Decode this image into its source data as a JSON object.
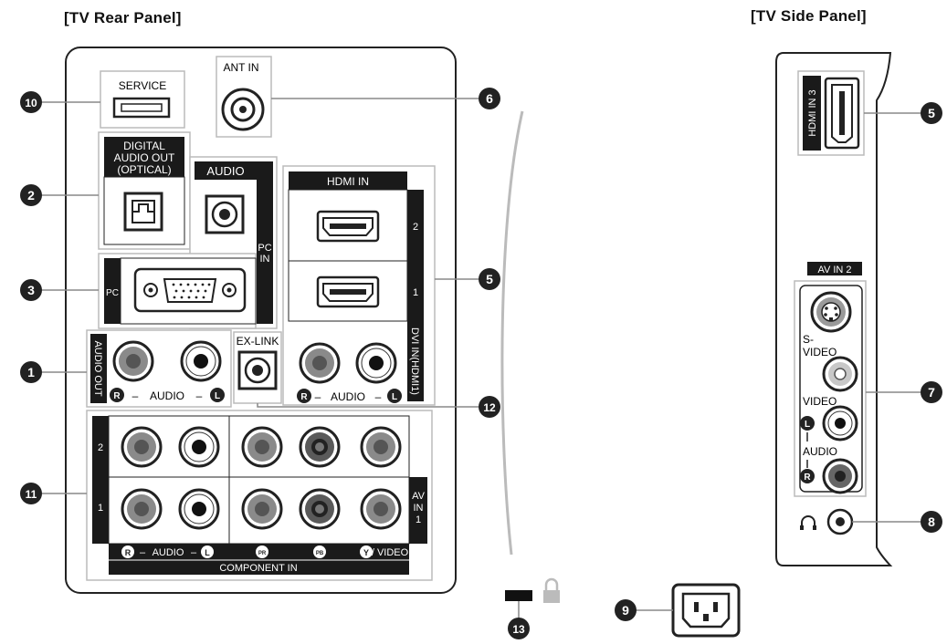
{
  "titles": {
    "rear": "[TV Rear Panel]",
    "side": "[TV Side Panel]"
  },
  "labels": {
    "service": "SERVICE",
    "ant_in": "ANT IN",
    "digital_audio_out_1": "DIGITAL",
    "digital_audio_out_2": "AUDIO OUT",
    "digital_audio_out_3": "(OPTICAL)",
    "audio": "AUDIO",
    "pc_in_1": "PC",
    "pc_in_2": "IN",
    "pc": "PC",
    "hdmi_in": "HDMI IN",
    "hdmi_port_2": "2",
    "hdmi_port_1": "1",
    "dvi_in": "DVI IN(HDMI1)",
    "audio_out": "AUDIO OUT",
    "ex_link": "EX-LINK",
    "audio_r": "R",
    "audio_l": "L",
    "audio_word": "AUDIO",
    "dash": "–",
    "row_2": "2",
    "row_1": "1",
    "av_in_1_a": "AV",
    "av_in_1_b": "IN",
    "av_in_1_c": "1",
    "pr": "PR",
    "pb": "PB",
    "y_video": "/ VIDEO",
    "y": "Y",
    "component_in": "COMPONENT IN",
    "hdmi_in_3": "HDMI IN 3",
    "av_in_2": "AV IN 2",
    "s_video_1": "S-",
    "s_video_2": "VIDEO",
    "video": "VIDEO",
    "audio_side": "AUDIO",
    "headphone_icon": "headphone-icon",
    "lock_icon": "kensington-lock-icon",
    "power_icon": "power-socket-icon"
  },
  "callouts": [
    {
      "id": "callout-10",
      "text": "10"
    },
    {
      "id": "callout-2",
      "text": "2"
    },
    {
      "id": "callout-3",
      "text": "3"
    },
    {
      "id": "callout-1",
      "text": "1"
    },
    {
      "id": "callout-11",
      "text": "11"
    },
    {
      "id": "callout-6",
      "text": "6"
    },
    {
      "id": "callout-5-rear",
      "text": "5"
    },
    {
      "id": "callout-12",
      "text": "12"
    },
    {
      "id": "callout-13",
      "text": "13"
    },
    {
      "id": "callout-9",
      "text": "9"
    },
    {
      "id": "callout-5-side",
      "text": "5"
    },
    {
      "id": "callout-7",
      "text": "7"
    },
    {
      "id": "callout-8",
      "text": "8"
    }
  ],
  "colors": {
    "dark_panel": "#1a1a1a",
    "jack_gray": "#8a8a8a",
    "jack_dark": "#555555",
    "outline": "#222222",
    "frame": "#bdbdbd"
  }
}
